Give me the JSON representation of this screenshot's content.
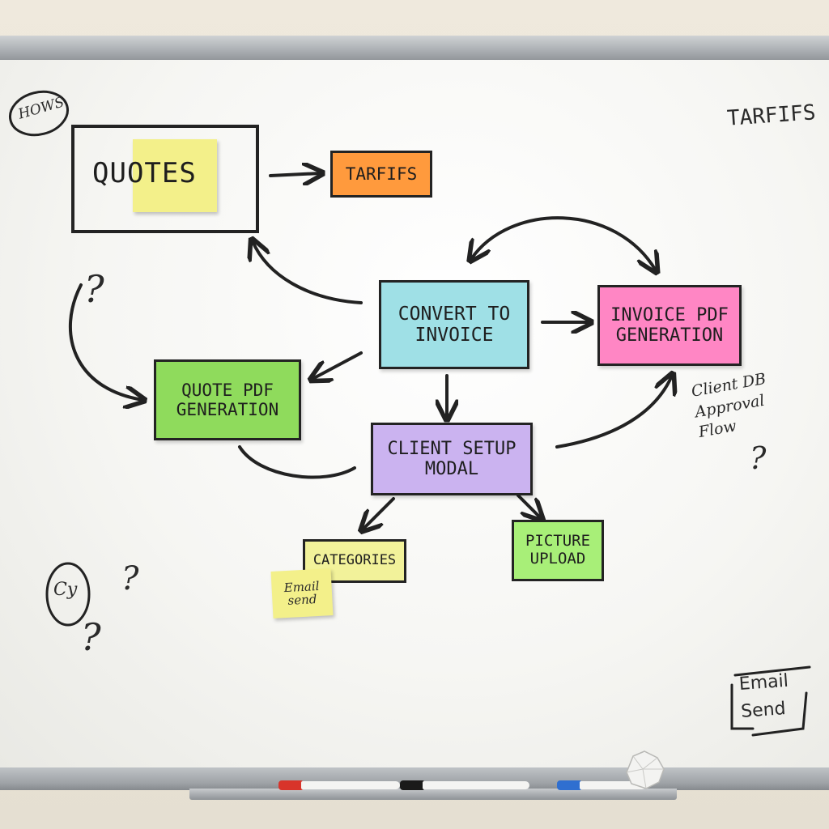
{
  "board_labels": {
    "quotes": "QUOTES",
    "tarfifs_box": "TARFIFS",
    "tarfifs_corner": "TARFIFS",
    "convert_to_invoice": "CONVERT TO INVOICE",
    "invoice_pdf_generation": "INVOICE PDF GENERATION",
    "quote_pdf_generation": "QUOTE PDF GENERATION",
    "client_setup_modal": "CLIENT SETUP MODAL",
    "categories": "CATEGORIES",
    "picture_upload": "PICTURE UPLOAD",
    "email_send_sticky": "Email send",
    "email_send_corner": "Email Send",
    "client_db_approval_flow": "Client DB Approval Flow",
    "hows_circle": "HOWS",
    "cy_circle": "Cy",
    "question_mark": "?"
  },
  "colors": {
    "yellow_sticky": "#f3f08a",
    "orange": "#ff9a3d",
    "cyan": "#9fe0e6",
    "pink": "#ff86c4",
    "green": "#8fdb5c",
    "purple": "#cbb3f0",
    "light_yellow": "#f2f29a",
    "light_green": "#a8ef78",
    "ink": "#222222",
    "marker_red": "#d8342a",
    "marker_black": "#1a1a1a",
    "marker_blue": "#2f6fd0"
  }
}
